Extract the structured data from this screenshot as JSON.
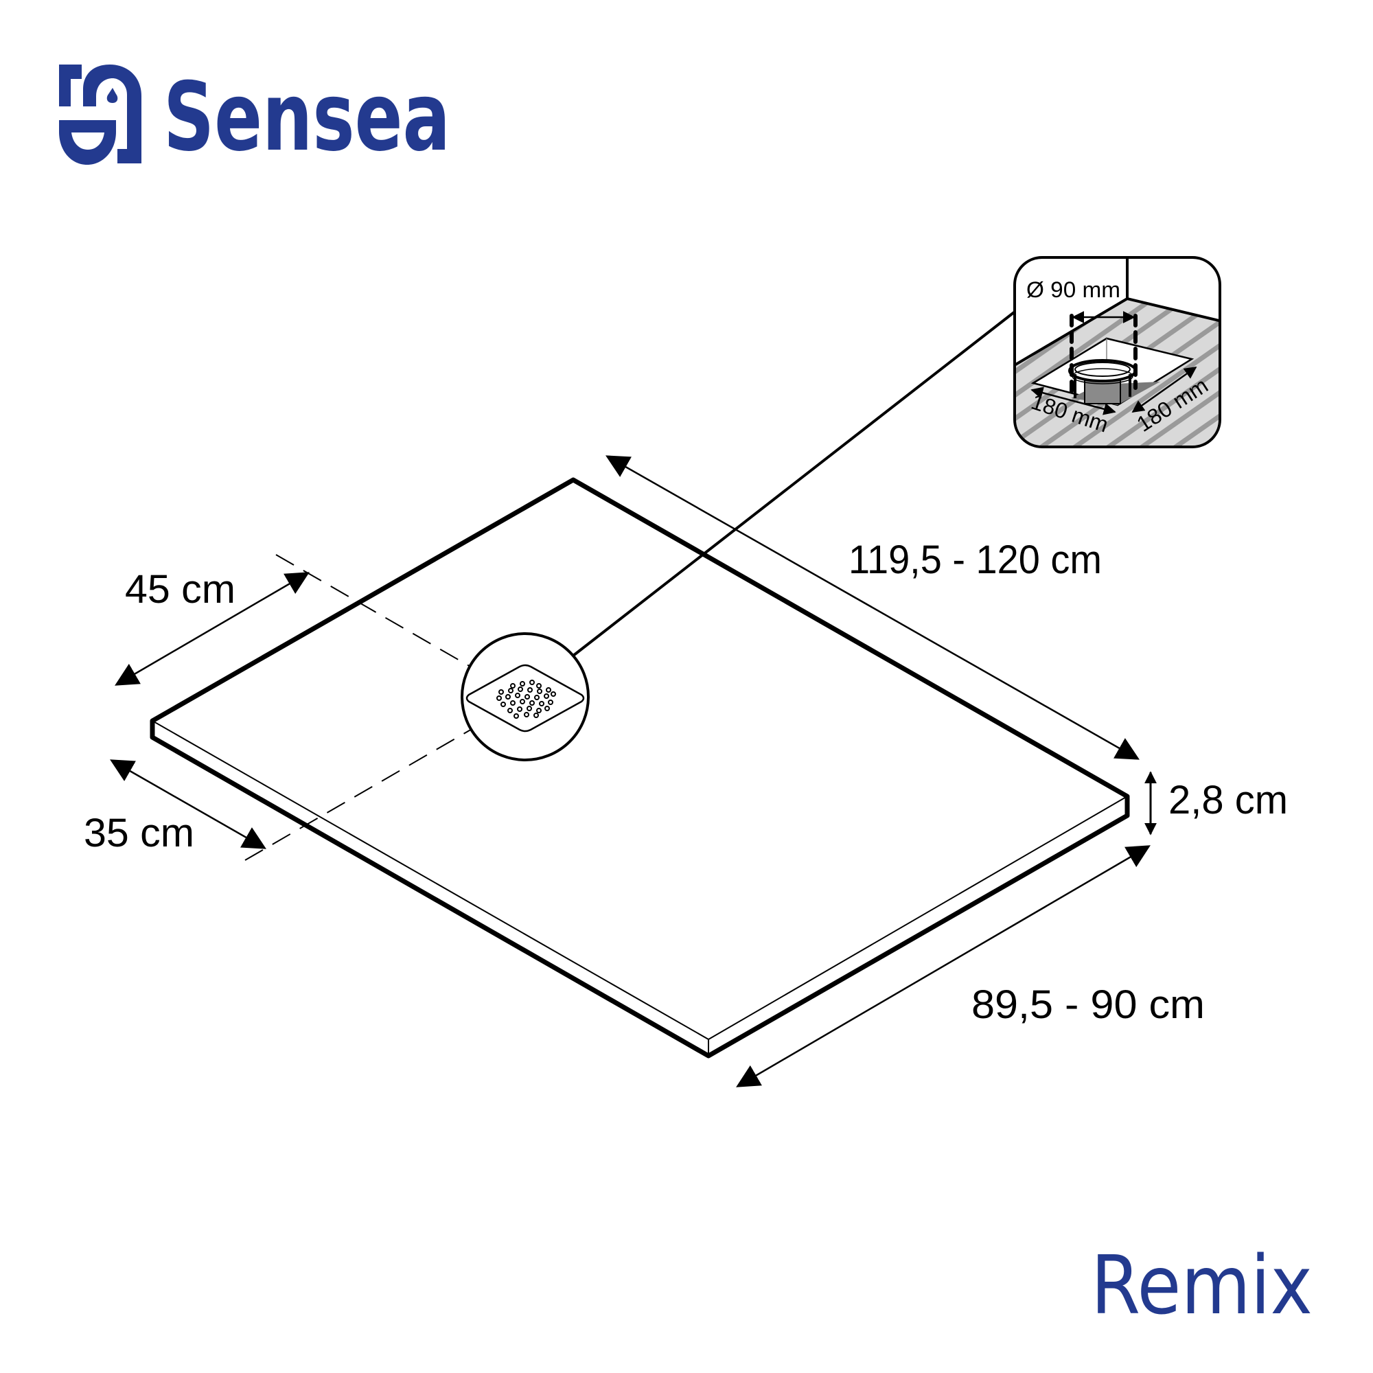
{
  "brand": {
    "name": "Sensea",
    "color": "#233a8f",
    "logo_icon": "sensea-logo-icon"
  },
  "product": {
    "name": "Remix"
  },
  "dimensions": {
    "length": "119,5 - 120 cm",
    "width": "89,5 - 90 cm",
    "thickness": "2,8 cm",
    "drain_offset_back": "45 cm",
    "drain_offset_side": "35 cm"
  },
  "inset": {
    "pipe_diameter": "Ø 90 mm",
    "cutout_depth": "180 mm",
    "cutout_width": "180 mm",
    "floor_color": "#d9d9d9",
    "stripe_color": "#9a9a9a",
    "pipe_color": "#8a8a8a"
  },
  "colors": {
    "line": "#000000",
    "background": "#ffffff"
  }
}
